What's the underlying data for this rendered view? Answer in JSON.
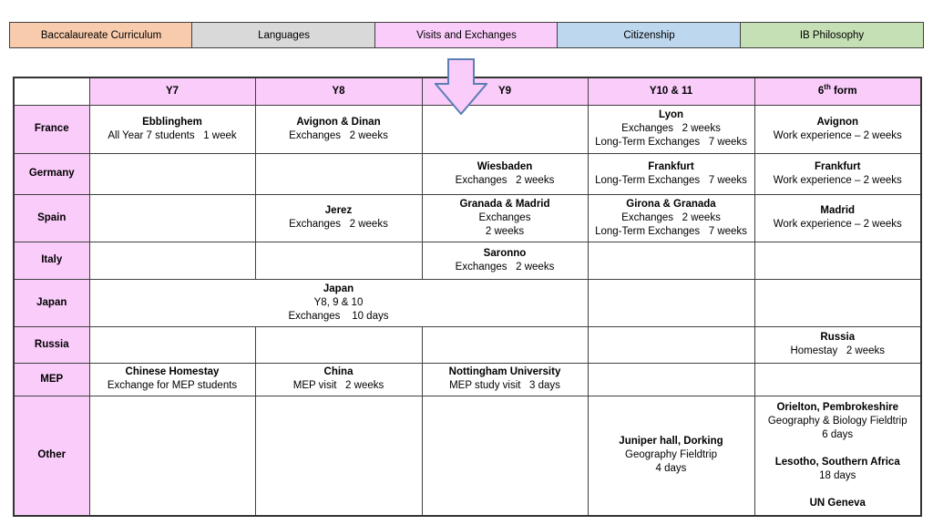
{
  "tabs": [
    {
      "label": "Baccalaureate Curriculum",
      "color": "#F8CBAD"
    },
    {
      "label": "Languages",
      "color": "#D9D9D9"
    },
    {
      "label": "Visits and Exchanges",
      "color": "#FACCFA"
    },
    {
      "label": "Citizenship",
      "color": "#BDD7EE"
    },
    {
      "label": "IB Philosophy",
      "color": "#C5E0B4"
    }
  ],
  "arrow": {
    "fill": "#FACCFA",
    "stroke": "#5C7EB4"
  },
  "colors": {
    "header_pink": "#FACCFA",
    "border": "#404040"
  },
  "table": {
    "header": [
      {
        "text": ""
      },
      {
        "text": "Y7"
      },
      {
        "text": "Y8"
      },
      {
        "text": "Y9"
      },
      {
        "text": "Y10 & 11"
      },
      {
        "text": "6",
        "sup": "th",
        "suffix": " form"
      }
    ],
    "rows": [
      {
        "label": "France",
        "height": 53,
        "cells": [
          {
            "col": "Y7",
            "lines": [
              {
                "text": "Ebblinghem",
                "bold": true
              },
              {
                "text": "All Year 7 students   1 week"
              }
            ]
          },
          {
            "col": "Y8",
            "lines": [
              {
                "text": "Avignon & Dinan",
                "bold": true
              },
              {
                "text": "Exchanges   2 weeks"
              }
            ]
          },
          {
            "col": "Y9",
            "lines": []
          },
          {
            "col": "Y10-11",
            "lines": [
              {
                "text": "Lyon",
                "bold": true
              },
              {
                "text": "Exchanges   2 weeks"
              },
              {
                "text": "Long-Term Exchanges   7 weeks"
              }
            ]
          },
          {
            "col": "6th-form",
            "lines": [
              {
                "text": "Avignon",
                "bold": true
              },
              {
                "text": "Work experience – 2 weeks"
              }
            ]
          }
        ]
      },
      {
        "label": "Germany",
        "height": 45,
        "cells": [
          {
            "col": "Y7",
            "lines": []
          },
          {
            "col": "Y8",
            "lines": []
          },
          {
            "col": "Y9",
            "lines": [
              {
                "text": "Wiesbaden",
                "bold": true
              },
              {
                "text": "Exchanges   2 weeks"
              }
            ]
          },
          {
            "col": "Y10-11",
            "lines": [
              {
                "text": "Frankfurt",
                "bold": true
              },
              {
                "text": "Long-Term Exchanges   7 weeks"
              }
            ]
          },
          {
            "col": "6th-form",
            "lines": [
              {
                "text": "Frankfurt",
                "bold": true
              },
              {
                "text": "Work experience – 2 weeks"
              }
            ]
          }
        ]
      },
      {
        "label": "Spain",
        "height": 52,
        "cells": [
          {
            "col": "Y7",
            "lines": []
          },
          {
            "col": "Y8",
            "lines": [
              {
                "text": "Jerez",
                "bold": true
              },
              {
                "text": "Exchanges   2 weeks"
              }
            ]
          },
          {
            "col": "Y9",
            "lines": [
              {
                "text": "Granada & Madrid",
                "bold": true
              },
              {
                "text": "Exchanges"
              },
              {
                "text": "2 weeks"
              }
            ]
          },
          {
            "col": "Y10-11",
            "lines": [
              {
                "text": "Girona & Granada",
                "bold": true
              },
              {
                "text": "Exchanges   2 weeks"
              },
              {
                "text": "Long-Term Exchanges   7 weeks"
              }
            ]
          },
          {
            "col": "6th-form",
            "lines": [
              {
                "text": "Madrid",
                "bold": true
              },
              {
                "text": "Work experience – 2 weeks"
              }
            ]
          }
        ]
      },
      {
        "label": "Italy",
        "height": 41,
        "cells": [
          {
            "col": "Y7",
            "lines": []
          },
          {
            "col": "Y8",
            "lines": []
          },
          {
            "col": "Y9",
            "lines": [
              {
                "text": "Saronno",
                "bold": true
              },
              {
                "text": "Exchanges   2 weeks"
              }
            ]
          },
          {
            "col": "Y10-11",
            "lines": []
          },
          {
            "col": "6th-form",
            "lines": []
          }
        ]
      },
      {
        "label": "Japan",
        "height": 52,
        "cells": [
          {
            "col": "Y7-Y9",
            "colspan": 3,
            "lines": [
              {
                "text": "Japan",
                "bold": true
              },
              {
                "text": "Y8, 9 & 10"
              },
              {
                "text": "Exchanges    10 days"
              }
            ]
          },
          {
            "col": "Y10-11",
            "lines": []
          },
          {
            "col": "6th-form",
            "lines": []
          }
        ]
      },
      {
        "label": "Russia",
        "height": 40,
        "cells": [
          {
            "col": "Y7",
            "lines": []
          },
          {
            "col": "Y8",
            "lines": []
          },
          {
            "col": "Y9",
            "lines": []
          },
          {
            "col": "Y10-11",
            "lines": []
          },
          {
            "col": "6th-form",
            "lines": [
              {
                "text": "Russia",
                "bold": true
              },
              {
                "text": "Homestay   2 weeks"
              }
            ]
          }
        ]
      },
      {
        "label": "MEP",
        "height": 36,
        "cells": [
          {
            "col": "Y7",
            "lines": [
              {
                "text": "Chinese Homestay",
                "bold": true
              },
              {
                "text": "Exchange for MEP students"
              }
            ]
          },
          {
            "col": "Y8",
            "lines": [
              {
                "text": "China",
                "bold": true
              },
              {
                "text": "MEP visit   2 weeks"
              }
            ]
          },
          {
            "col": "Y9",
            "lines": [
              {
                "text": "Nottingham University",
                "bold": true
              },
              {
                "text": "MEP study visit   3 days"
              }
            ]
          },
          {
            "col": "Y10-11",
            "lines": []
          },
          {
            "col": "6th-form",
            "lines": []
          }
        ]
      },
      {
        "label": "Other",
        "height": 132,
        "cells": [
          {
            "col": "Y7",
            "lines": []
          },
          {
            "col": "Y8",
            "lines": []
          },
          {
            "col": "Y9",
            "lines": []
          },
          {
            "col": "Y10-11",
            "lines": [
              {
                "text": "Juniper hall, Dorking",
                "bold": true
              },
              {
                "text": "Geography Fieldtrip"
              },
              {
                "text": "4 days"
              }
            ]
          },
          {
            "col": "6th-form",
            "lines": [
              {
                "text": "Orielton, Pembrokeshire",
                "bold": true
              },
              {
                "text": "Geography & Biology Fieldtrip"
              },
              {
                "text": "6 days"
              },
              {
                "spacer": true
              },
              {
                "text": "Lesotho, Southern Africa",
                "bold": true
              },
              {
                "text": "18 days"
              },
              {
                "spacer": true
              },
              {
                "text": "UN Geneva",
                "bold": true
              }
            ]
          }
        ]
      }
    ]
  }
}
